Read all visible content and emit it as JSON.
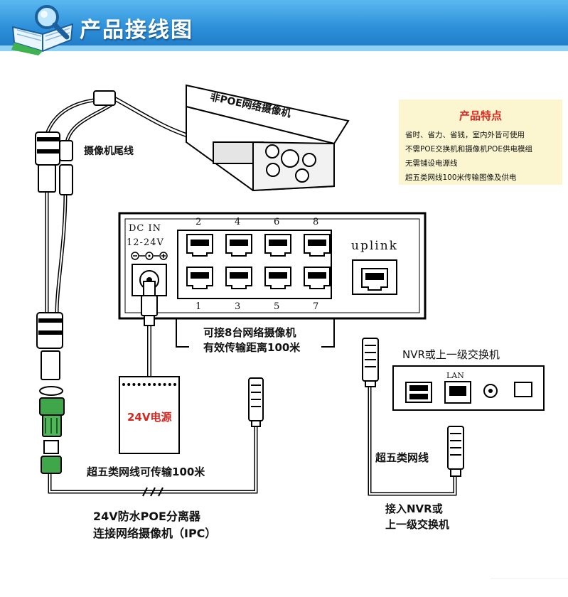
{
  "header": {
    "title": "产品接线图"
  },
  "camera": {
    "label": "非POE网络摄像机",
    "tail_cable_label": "摄像机尾线"
  },
  "features": {
    "title": "产品特点",
    "items": [
      "省时、省力、省钱，室内外皆可使用",
      "不需POE交换机和摄像机POE供电模组",
      "无需铺设电源线",
      "超五类网线100米传输图像及供电"
    ]
  },
  "switch": {
    "dc_in_label": "DC  IN",
    "voltage_label": "12-24V",
    "top_port_numbers": [
      "2",
      "4",
      "6",
      "8"
    ],
    "bottom_port_numbers": [
      "1",
      "3",
      "5",
      "7"
    ],
    "uplink_label": "uplink",
    "note_line1": "可接8台网络摄像机",
    "note_line2": "有效传输距离100米"
  },
  "power_supply": {
    "label": "24V电源"
  },
  "nvr": {
    "title": "NVR或上一级交换机",
    "lan_label": "LAN"
  },
  "labels": {
    "cat5_cable_100m": "超五类网线可传输100米",
    "splitter_line1": "24V防水POE分离器",
    "splitter_line2": "连接网络摄像机（IPC）",
    "cat5_cable": "超五类网线",
    "connect_nvr_line1": "接入NVR或",
    "connect_nvr_line2": "上一级交换机"
  },
  "colors": {
    "banner_blue": "#2d8fd9",
    "feature_bg": "#fbf6cf",
    "feature_title_red": "#e0241c",
    "power_label_red": "#d9251d",
    "splitter_green": "#3fa64a"
  }
}
